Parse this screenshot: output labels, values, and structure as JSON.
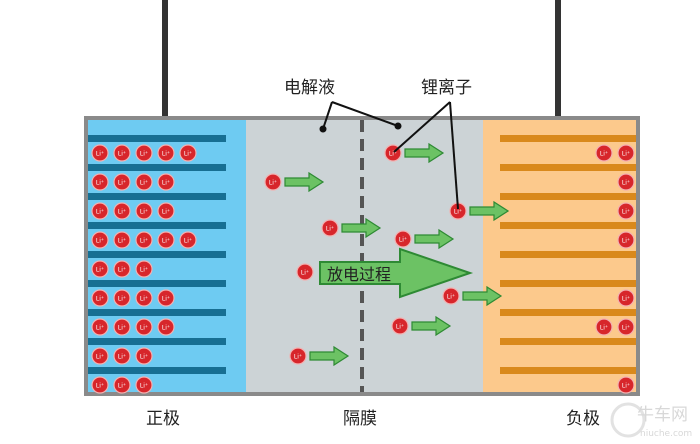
{
  "labels": {
    "electrolyte": "电解液",
    "lithium_ion": "锂离子",
    "cathode": "正极",
    "separator": "隔膜",
    "anode": "负极",
    "process": "放电过程",
    "ion_symbol": "Li⁺"
  },
  "cathode_ions_per_row": [
    5,
    4,
    4,
    5,
    3,
    4,
    4,
    3,
    3
  ],
  "watermark": {
    "cn": "牛车网",
    "en": "niuche.com"
  },
  "colors": {
    "cathode": "#6ecbf2",
    "cathode_plate": "#176f93",
    "electrolyte": "#ccd3d6",
    "anode": "#fcc98c",
    "anode_plate": "#d9891c",
    "ion": "#d7262b",
    "arrow": "#6cc264",
    "arrow_stroke": "#2e8a34"
  }
}
